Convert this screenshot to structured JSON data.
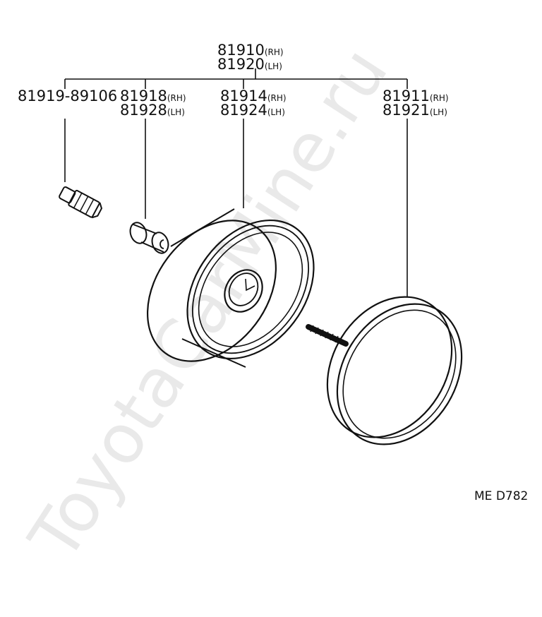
{
  "watermark": "ToyotaCarMine.ru",
  "assembly": {
    "part1": "81910",
    "side1": "(RH)",
    "part2": "81920",
    "side2": "(LH)"
  },
  "parts": {
    "clip": {
      "part": "81919-89106"
    },
    "collar": {
      "part1": "81918",
      "side1": "(RH)",
      "part2": "81928",
      "side2": "(LH)"
    },
    "housing": {
      "part1": "81914",
      "side1": "(RH)",
      "part2": "81924",
      "side2": "(LH)"
    },
    "lens": {
      "part1": "81911",
      "side1": "(RH)",
      "part2": "81921",
      "side2": "(LH)"
    }
  },
  "figure_code": "ME D782"
}
